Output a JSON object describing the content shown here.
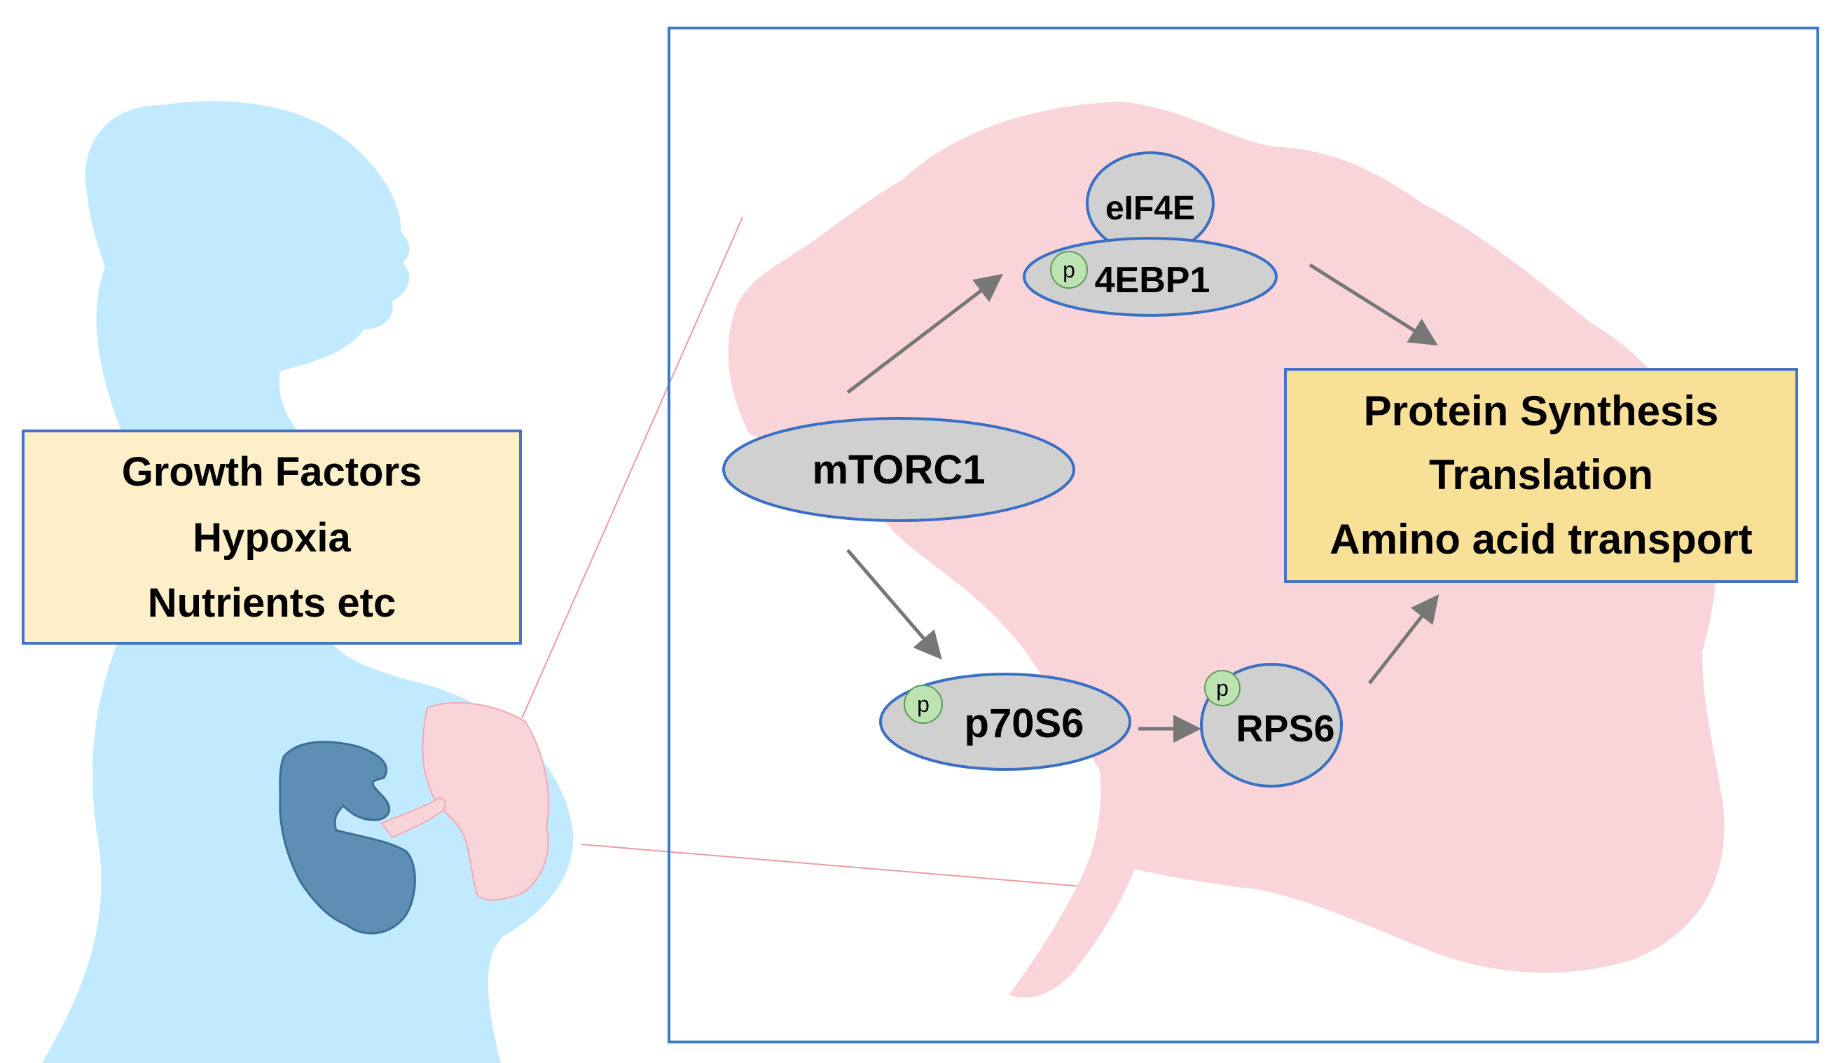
{
  "colors": {
    "silhouette": "#c2eaff",
    "placenta": "#f9d5da",
    "placenta_stroke": "#f2a9b3",
    "fetus": "#5d8fb5",
    "fetus_stroke": "#3d6e96",
    "node_fill": "#d0d0d0",
    "node_stroke": "#3a6fc4",
    "phospho_fill": "#bde3b3",
    "phospho_stroke": "#5e9b55",
    "arrow": "#777777",
    "factor_box_fill": "#fdefc8",
    "factor_box_stroke": "#4472c4",
    "output_box_fill": "#f9e097",
    "output_box_stroke": "#4472c4",
    "zoom_line": "#ee9aa6",
    "frame": "#3a7ac7"
  },
  "factors_box": {
    "lines": [
      "Growth Factors",
      "Hypoxia",
      "Nutrients etc"
    ]
  },
  "output_box": {
    "lines": [
      "Protein Synthesis",
      "Translation",
      "Amino acid transport"
    ]
  },
  "nodes": {
    "mtorc1": "mTORC1",
    "eif4e": "eIF4E",
    "ebp1": "4EBP1",
    "p70s6": "p70S6",
    "rps6": "RPS6"
  },
  "phospho_label": "p",
  "icons": {
    "silhouette": "pregnant-woman-silhouette-icon",
    "fetus": "fetus-icon",
    "placenta": "placenta-icon"
  }
}
